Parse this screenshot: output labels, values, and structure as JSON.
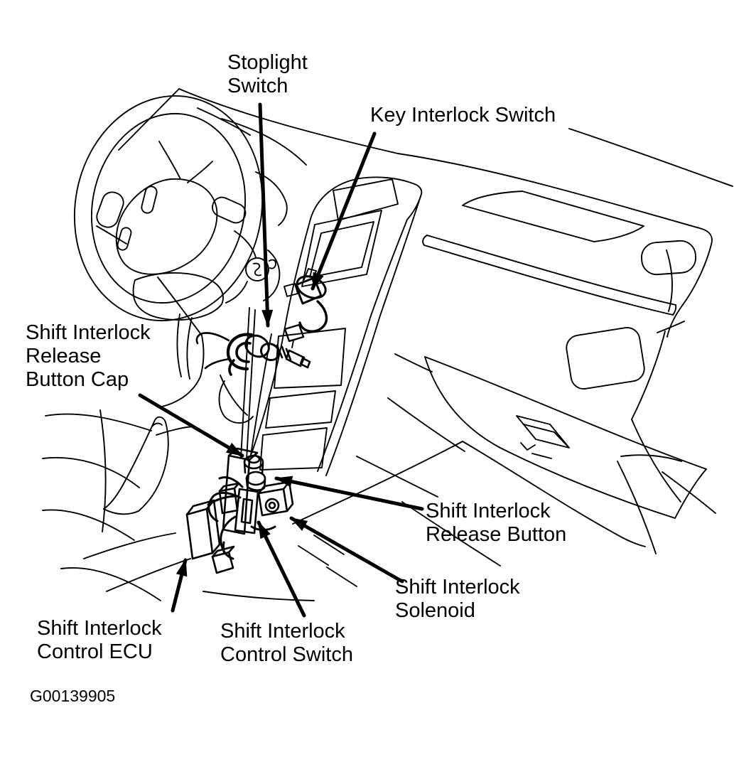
{
  "figure": {
    "id": "G00139905",
    "colors": {
      "background": "#ffffff",
      "ink": "#000000"
    }
  },
  "labels": {
    "stoplight_switch": {
      "lines": [
        "Stoplight",
        "Switch"
      ]
    },
    "key_interlock_switch": {
      "lines": [
        "Key Interlock Switch"
      ]
    },
    "release_button_cap": {
      "lines": [
        "Shift Interlock",
        "Release",
        "Button Cap"
      ]
    },
    "release_button": {
      "lines": [
        "Shift Interlock",
        "Release Button"
      ]
    },
    "solenoid": {
      "lines": [
        "Shift Interlock",
        "Solenoid"
      ]
    },
    "control_ecu": {
      "lines": [
        "Shift Interlock",
        "Control ECU"
      ]
    },
    "control_switch": {
      "lines": [
        "Shift Interlock",
        "Control Switch"
      ]
    }
  }
}
